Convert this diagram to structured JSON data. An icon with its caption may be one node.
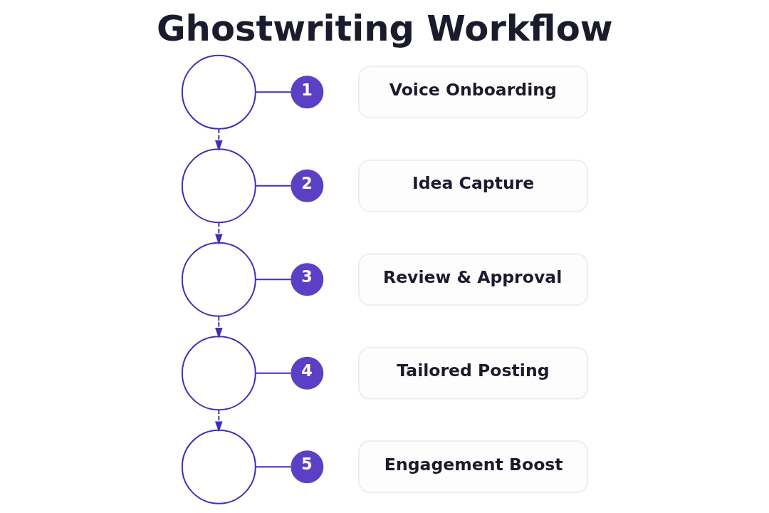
{
  "diagram": {
    "title": "Ghostwriting Workflow",
    "nodes": [
      {
        "text": [],
        "shape": "circle"
      },
      {
        "text": [
          "1"
        ]
      },
      {
        "text": [
          "Voice Onboarding"
        ]
      },
      {
        "text": [],
        "shape": "circle"
      },
      {
        "text": [
          "2"
        ]
      },
      {
        "text": [
          "Idea Capture"
        ]
      },
      {
        "text": [],
        "shape": "circle"
      },
      {
        "text": [
          "3"
        ]
      },
      {
        "text": [
          "Review & Approval"
        ]
      },
      {
        "text": [],
        "shape": "circle"
      },
      {
        "text": [
          "4"
        ]
      },
      {
        "text": [
          "Tailored Posting"
        ]
      },
      {
        "text": [],
        "shape": "circle"
      },
      {
        "text": [
          "5"
        ]
      },
      {
        "text": [
          "Engagement Boost"
        ]
      }
    ],
    "edges": [
      {
        "from": 0,
        "to": 1,
        "arrow": "none"
      },
      {
        "from": 0,
        "to": 3,
        "arrow": "to",
        "style": "dashed"
      },
      {
        "from": 3,
        "to": 4,
        "arrow": "none"
      },
      {
        "from": 3,
        "to": 6,
        "arrow": "to",
        "style": "dashed"
      },
      {
        "from": 6,
        "to": 7,
        "arrow": "none"
      },
      {
        "from": 6,
        "to": 9,
        "arrow": "to",
        "style": "dashed"
      },
      {
        "from": 9,
        "to": 10,
        "arrow": "none"
      },
      {
        "from": 9,
        "to": 12,
        "arrow": "to",
        "style": "dashed"
      },
      {
        "from": 12,
        "to": 13,
        "arrow": "none"
      }
    ]
  }
}
